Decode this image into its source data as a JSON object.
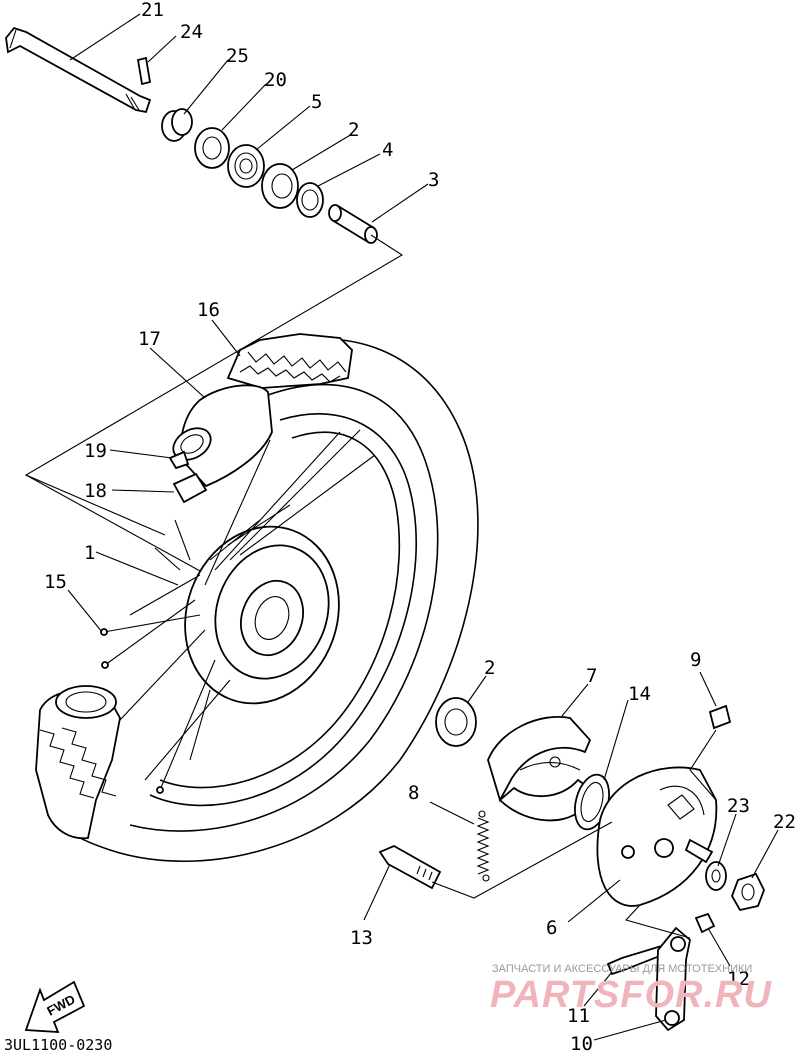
{
  "labels": [
    "21",
    "24",
    "25",
    "20",
    "5",
    "2",
    "4",
    "3",
    "16",
    "17",
    "19",
    "18",
    "1",
    "15",
    "2",
    "7",
    "14",
    "9",
    "8",
    "23",
    "22",
    "13",
    "6",
    "12",
    "11",
    "10"
  ],
  "drawing_code": "3UL1100-0230",
  "direction_badge": "FWD",
  "watermark": {
    "line1": "ЗАПЧАСТИ И АКСЕССУАРЫ ДЛЯ МОТОТЕХНИКИ",
    "line2": "PARTSFOR.RU"
  }
}
